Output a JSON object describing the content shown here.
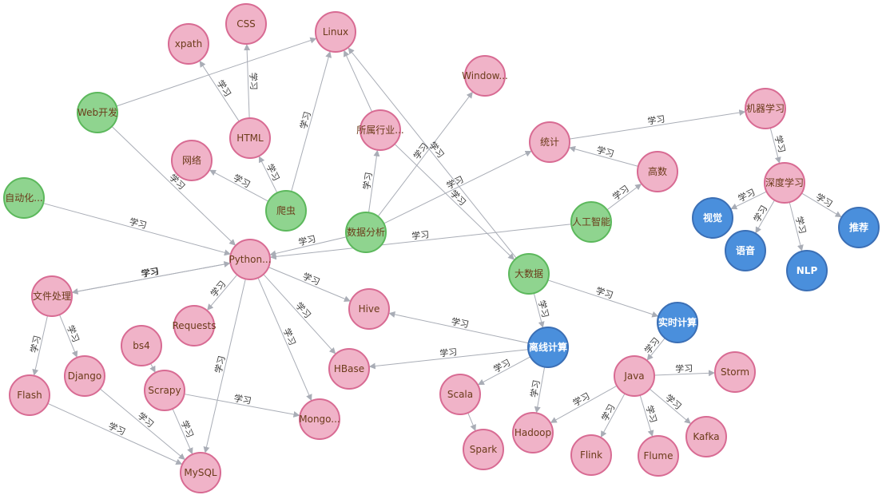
{
  "colors": {
    "pink_fill": "#f0b3c8",
    "pink_stroke": "#d86b93",
    "green_fill": "#8fd48f",
    "green_stroke": "#5cb85c",
    "blue_fill": "#4a8fdc",
    "blue_stroke": "#3b6fb5",
    "edge": "#a9adb6"
  },
  "nodes": [
    {
      "id": "xpath",
      "label": "xpath",
      "kind": "pink"
    },
    {
      "id": "css",
      "label": "CSS",
      "kind": "pink"
    },
    {
      "id": "linux",
      "label": "Linux",
      "kind": "pink"
    },
    {
      "id": "windows",
      "label": "Window...",
      "kind": "pink"
    },
    {
      "id": "web",
      "label": "Web开发",
      "kind": "green"
    },
    {
      "id": "html",
      "label": "HTML",
      "kind": "pink"
    },
    {
      "id": "industry",
      "label": "所属行业...",
      "kind": "pink"
    },
    {
      "id": "ml",
      "label": "机器学习",
      "kind": "pink"
    },
    {
      "id": "stats",
      "label": "统计",
      "kind": "pink"
    },
    {
      "id": "network",
      "label": "网络",
      "kind": "pink"
    },
    {
      "id": "math",
      "label": "高数",
      "kind": "pink"
    },
    {
      "id": "dl",
      "label": "深度学习",
      "kind": "pink"
    },
    {
      "id": "auto",
      "label": "自动化...",
      "kind": "green"
    },
    {
      "id": "crawler",
      "label": "爬虫",
      "kind": "green"
    },
    {
      "id": "da",
      "label": "数据分析",
      "kind": "green"
    },
    {
      "id": "ai",
      "label": "人工智能",
      "kind": "green"
    },
    {
      "id": "vision",
      "label": "视觉",
      "kind": "blue"
    },
    {
      "id": "rec",
      "label": "推荐",
      "kind": "blue"
    },
    {
      "id": "speech",
      "label": "语音",
      "kind": "blue"
    },
    {
      "id": "nlp",
      "label": "NLP",
      "kind": "blue"
    },
    {
      "id": "python",
      "label": "Python...",
      "kind": "pink"
    },
    {
      "id": "bigdata",
      "label": "大数据",
      "kind": "green"
    },
    {
      "id": "fileproc",
      "label": "文件处理",
      "kind": "pink"
    },
    {
      "id": "hive",
      "label": "Hive",
      "kind": "pink"
    },
    {
      "id": "requests",
      "label": "Requests",
      "kind": "pink"
    },
    {
      "id": "realtime",
      "label": "实时计算",
      "kind": "blue"
    },
    {
      "id": "bs4",
      "label": "bs4",
      "kind": "pink"
    },
    {
      "id": "offline",
      "label": "离线计算",
      "kind": "blue"
    },
    {
      "id": "hbase",
      "label": "HBase",
      "kind": "pink"
    },
    {
      "id": "storm",
      "label": "Storm",
      "kind": "pink"
    },
    {
      "id": "java",
      "label": "Java",
      "kind": "pink"
    },
    {
      "id": "django",
      "label": "Django",
      "kind": "pink"
    },
    {
      "id": "scala",
      "label": "Scala",
      "kind": "pink"
    },
    {
      "id": "flash",
      "label": "Flash",
      "kind": "pink"
    },
    {
      "id": "scrapy",
      "label": "Scrapy",
      "kind": "pink"
    },
    {
      "id": "mongo",
      "label": "Mongo...",
      "kind": "pink"
    },
    {
      "id": "hadoop",
      "label": "Hadoop",
      "kind": "pink"
    },
    {
      "id": "kafka",
      "label": "Kafka",
      "kind": "pink"
    },
    {
      "id": "spark",
      "label": "Spark",
      "kind": "pink"
    },
    {
      "id": "flink",
      "label": "Flink",
      "kind": "pink"
    },
    {
      "id": "flume",
      "label": "Flume",
      "kind": "pink"
    },
    {
      "id": "mysql",
      "label": "MySQL",
      "kind": "pink"
    }
  ],
  "edges": [
    {
      "from": "web",
      "to": "linux",
      "label": ""
    },
    {
      "from": "web",
      "to": "python",
      "label": "学习"
    },
    {
      "from": "html",
      "to": "xpath",
      "label": "学习"
    },
    {
      "from": "html",
      "to": "css",
      "label": "学习"
    },
    {
      "from": "crawler",
      "to": "html",
      "label": "学习"
    },
    {
      "from": "crawler",
      "to": "network",
      "label": "学习"
    },
    {
      "from": "crawler",
      "to": "linux",
      "label": "学习"
    },
    {
      "from": "industry",
      "to": "linux",
      "label": ""
    },
    {
      "from": "industry",
      "to": "bigdata",
      "label": "学习"
    },
    {
      "from": "da",
      "to": "industry",
      "label": "学习"
    },
    {
      "from": "da",
      "to": "windows",
      "label": "学习"
    },
    {
      "from": "da",
      "to": "stats",
      "label": "学习"
    },
    {
      "from": "da",
      "to": "python",
      "label": "学习"
    },
    {
      "from": "bigdata",
      "to": "linux",
      "label": "学习"
    },
    {
      "from": "stats",
      "to": "ml",
      "label": "学习"
    },
    {
      "from": "math",
      "to": "stats",
      "label": "学习"
    },
    {
      "from": "ai",
      "to": "math",
      "label": "学习"
    },
    {
      "from": "ai",
      "to": "python",
      "label": "学习"
    },
    {
      "from": "ml",
      "to": "dl",
      "label": "学习"
    },
    {
      "from": "dl",
      "to": "vision",
      "label": "学习"
    },
    {
      "from": "dl",
      "to": "speech",
      "label": "学习"
    },
    {
      "from": "dl",
      "to": "nlp",
      "label": "学习"
    },
    {
      "from": "dl",
      "to": "rec",
      "label": "学习"
    },
    {
      "from": "auto",
      "to": "python",
      "label": "学习"
    },
    {
      "from": "python",
      "to": "fileproc",
      "label": "学习"
    },
    {
      "from": "fileproc",
      "to": "python",
      "label": "学习"
    },
    {
      "from": "python",
      "to": "requests",
      "label": "学习"
    },
    {
      "from": "python",
      "to": "hive",
      "label": "学习"
    },
    {
      "from": "python",
      "to": "hbase",
      "label": "学习"
    },
    {
      "from": "python",
      "to": "mongo",
      "label": "学习"
    },
    {
      "from": "python",
      "to": "mysql",
      "label": "学习"
    },
    {
      "from": "fileproc",
      "to": "flash",
      "label": "学习"
    },
    {
      "from": "fileproc",
      "to": "django",
      "label": "学习"
    },
    {
      "from": "bs4",
      "to": "scrapy",
      "label": ""
    },
    {
      "from": "scrapy",
      "to": "mongo",
      "label": "学习"
    },
    {
      "from": "scrapy",
      "to": "mysql",
      "label": "学习"
    },
    {
      "from": "django",
      "to": "mysql",
      "label": "学习"
    },
    {
      "from": "flash",
      "to": "mysql",
      "label": "学习"
    },
    {
      "from": "bigdata",
      "to": "offline",
      "label": "学习"
    },
    {
      "from": "bigdata",
      "to": "realtime",
      "label": "学习"
    },
    {
      "from": "offline",
      "to": "hive",
      "label": "学习"
    },
    {
      "from": "offline",
      "to": "hbase",
      "label": "学习"
    },
    {
      "from": "offline",
      "to": "scala",
      "label": "学习"
    },
    {
      "from": "offline",
      "to": "hadoop",
      "label": "学习"
    },
    {
      "from": "scala",
      "to": "spark",
      "label": ""
    },
    {
      "from": "realtime",
      "to": "java",
      "label": "学习"
    },
    {
      "from": "java",
      "to": "storm",
      "label": "学习"
    },
    {
      "from": "java",
      "to": "hadoop",
      "label": "学习"
    },
    {
      "from": "java",
      "to": "flink",
      "label": "学习"
    },
    {
      "from": "java",
      "to": "flume",
      "label": "学习"
    },
    {
      "from": "java",
      "to": "kafka",
      "label": "学习"
    }
  ]
}
